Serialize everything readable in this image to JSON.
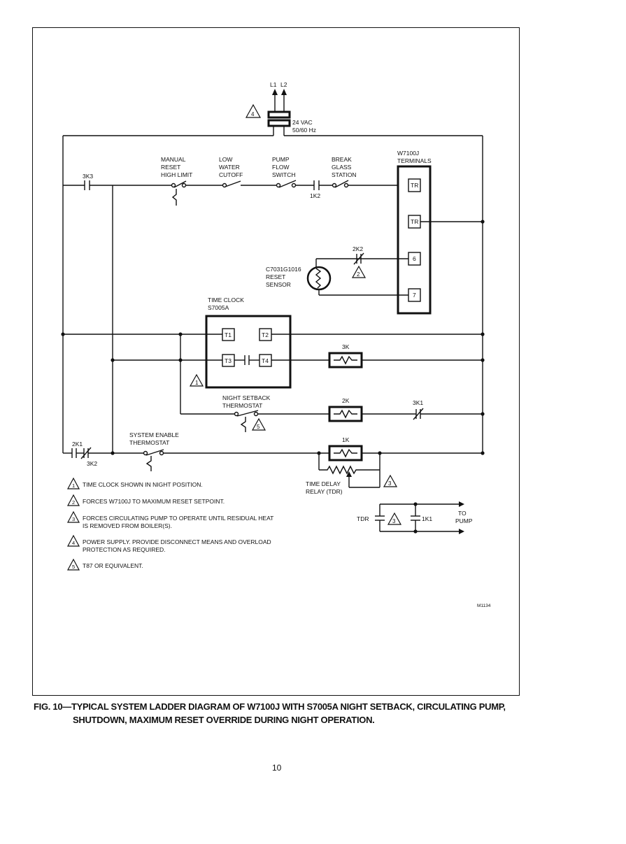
{
  "power": {
    "l1": "L1",
    "l2": "L2",
    "voltage": "24 VAC",
    "frequency": "50/60 Hz",
    "note_marker": "4"
  },
  "rung1": {
    "contact_3k3": "3K3",
    "high_limit": [
      "MANUAL",
      "RESET",
      "HIGH LIMIT"
    ],
    "low_water": [
      "LOW",
      "WATER",
      "CUTOFF"
    ],
    "pump_flow": [
      "PUMP",
      "FLOW",
      "SWITCH"
    ],
    "contact_1k2": "1K2",
    "break_glass": [
      "BREAK",
      "GLASS",
      "STATION"
    ]
  },
  "w7100j": {
    "title": [
      "W7100J",
      "TERMINALS"
    ],
    "terminals": [
      "TR",
      "TR",
      "6",
      "7"
    ]
  },
  "sensor": {
    "contact_2k2": "2K2",
    "marker": "2",
    "label": [
      "C7031G1016",
      "RESET",
      "SENSOR"
    ]
  },
  "time_clock": {
    "title": [
      "TIME CLOCK",
      "S7005A"
    ],
    "terminals": [
      "T1",
      "T2",
      "T3",
      "T4"
    ],
    "marker": "1"
  },
  "relays": {
    "r3k": "3K",
    "r2k": "2K",
    "r1k": "1K",
    "contact_3k1": "3K1"
  },
  "night_setback": {
    "label": [
      "NIGHT SETBACK",
      "THERMOSTAT"
    ],
    "marker": "5"
  },
  "system_enable": {
    "label": [
      "SYSTEM ENABLE",
      "THERMOSTAT"
    ],
    "contact_2k1": "2K1",
    "contact_3k2": "3K2"
  },
  "tdr": {
    "label": [
      "TIME DELAY",
      "RELAY (TDR)"
    ],
    "marker": "3",
    "circuit_label": "TDR",
    "circuit_marker": "3",
    "contact_1k1": "1K1",
    "to_pump": [
      "TO",
      "PUMP"
    ]
  },
  "notes": [
    {
      "num": "1",
      "text": "TIME CLOCK SHOWN IN NIGHT POSITION."
    },
    {
      "num": "2",
      "text": "FORCES W7100J TO MAXIMUM RESET SETPOINT."
    },
    {
      "num": "3",
      "text": "FORCES CIRCULATING PUMP TO OPERATE UNTIL RESIDUAL HEAT",
      "text2": "IS REMOVED FROM BOILER(S)."
    },
    {
      "num": "4",
      "text": "POWER SUPPLY.  PROVIDE DISCONNECT MEANS AND OVERLOAD",
      "text2": "PROTECTION AS REQUIRED."
    },
    {
      "num": "5",
      "text": "T87 OR EQUIVALENT."
    }
  ],
  "drawing_id": "M1134",
  "caption": {
    "line1": "FIG. 10—TYPICAL SYSTEM LADDER DIAGRAM OF W7100J WITH S7005A NIGHT SETBACK, CIRCULATING PUMP,",
    "line2": "SHUTDOWN, MAXIMUM RESET OVERRIDE DURING NIGHT OPERATION."
  },
  "page_number": "10"
}
